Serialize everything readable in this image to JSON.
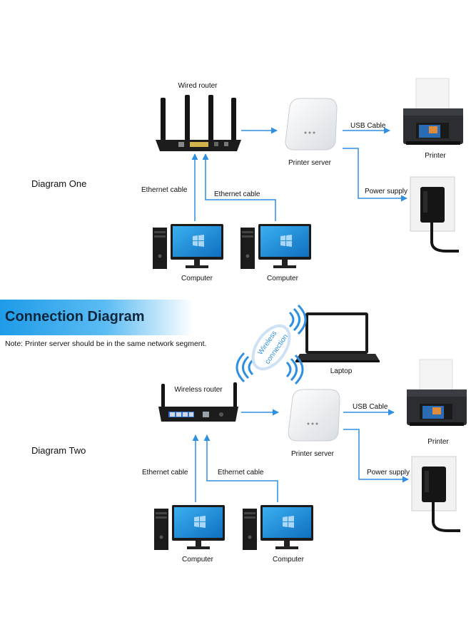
{
  "banner": {
    "title": "Connection Diagram",
    "note": "Note: Printer server should be in the same network segment."
  },
  "diagram_one": {
    "title": "Diagram One",
    "router_label": "Wired router",
    "printer_server_label": "Printer server",
    "usb_label": "USB Cable",
    "printer_label": "Printer",
    "power_label": "Power supply",
    "ethernet_label_1": "Ethernet cable",
    "ethernet_label_2": "Ethernet cable",
    "computer_label_1": "Computer",
    "computer_label_2": "Computer"
  },
  "diagram_two": {
    "title": "Diagram Two",
    "router_label": "Wireless router",
    "laptop_label": "Laptop",
    "wireless_label_1": "Wireless",
    "wireless_label_2": "connection",
    "printer_server_label": "Printer server",
    "usb_label": "USB Cable",
    "printer_label": "Printer",
    "power_label": "Power supply",
    "ethernet_label_1": "Ethernet cable",
    "ethernet_label_2": "Ethernet cable",
    "computer_label_1": "Computer",
    "computer_label_2": "Computer"
  },
  "colors": {
    "connector": "#2f8fe0",
    "banner": "#1e9be8",
    "screen": "#1a8fdc"
  }
}
